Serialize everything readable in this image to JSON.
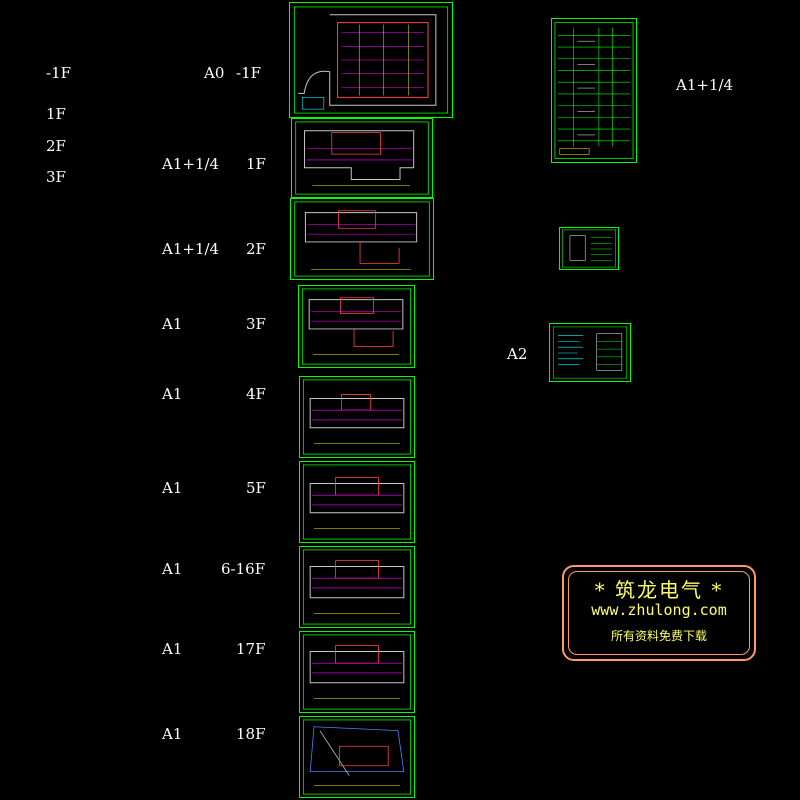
{
  "left_labels": [
    "-1F",
    "1F",
    "2F",
    "3F"
  ],
  "rows": [
    {
      "size": "A0",
      "floor": "-1F"
    },
    {
      "size": "A1+1/4",
      "floor": "1F"
    },
    {
      "size": "A1+1/4",
      "floor": "2F"
    },
    {
      "size": "A1",
      "floor": "3F"
    },
    {
      "size": "A1",
      "floor": "4F"
    },
    {
      "size": "A1",
      "floor": "5F"
    },
    {
      "size": "A1",
      "floor": "6-16F"
    },
    {
      "size": "A1",
      "floor": "17F"
    },
    {
      "size": "A1",
      "floor": "18F"
    }
  ],
  "right_labels": {
    "schedule_size": "A1+1/4",
    "legend_size": "A2"
  },
  "watermark": {
    "title": "* 筑龙电气 *",
    "url": "www.zhulong.com",
    "slogan": "所有资料免费下载"
  },
  "colors": {
    "background": "#000000",
    "sheet_border": "#00ff00",
    "label": "#ffffff",
    "stamp_border": "#ff9966",
    "stamp_text": "#ffff66"
  }
}
